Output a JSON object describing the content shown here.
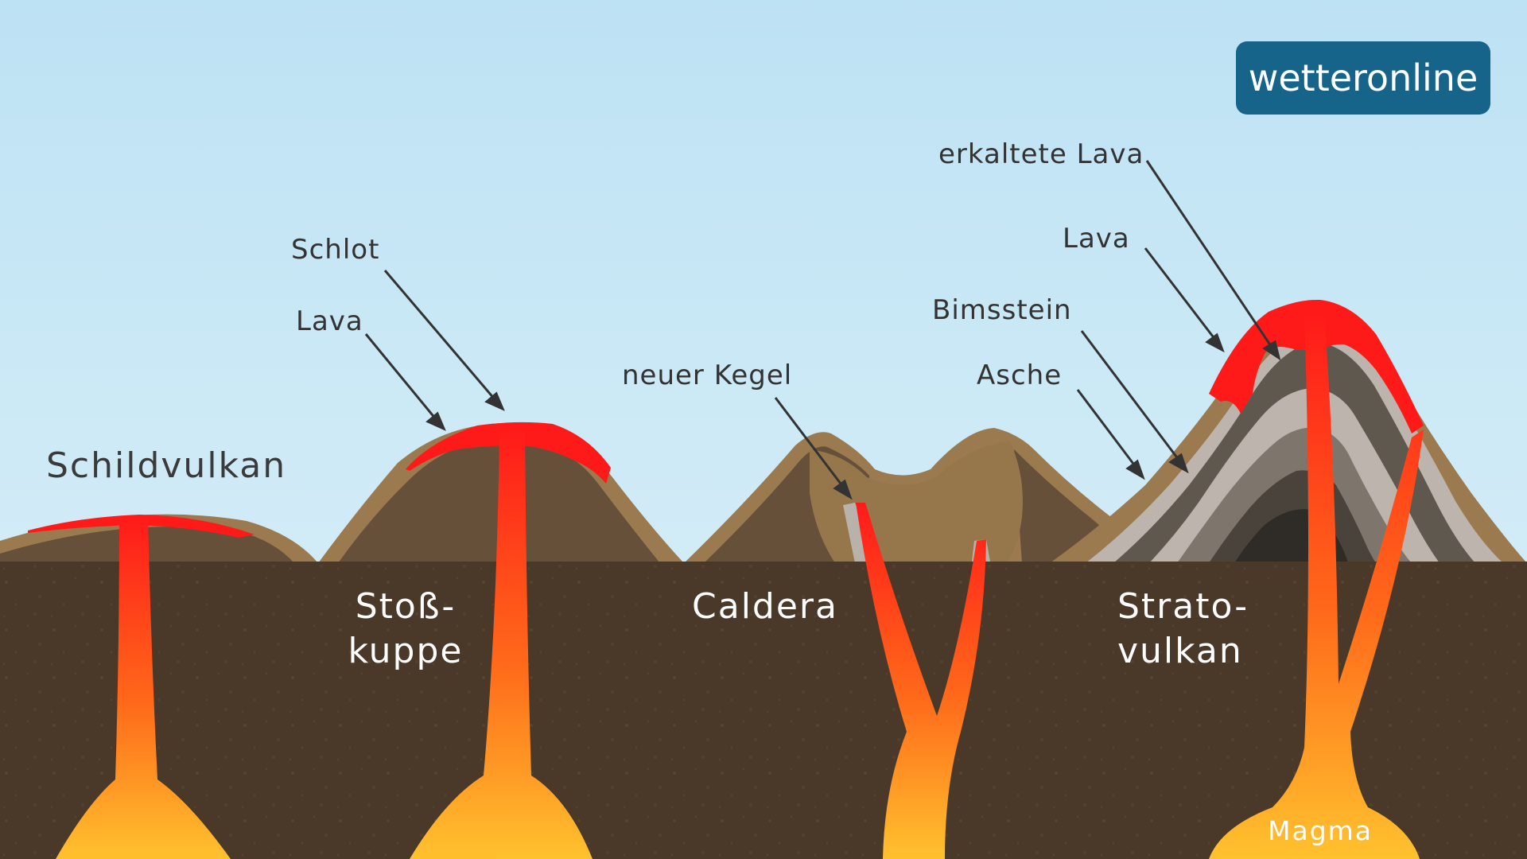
{
  "labels": {
    "schildvulkan": "Schildvulkan",
    "stosskuppe_1": "Stoß-",
    "stosskuppe_2": "kuppe",
    "caldera": "Caldera",
    "stratovulkan_1": "Strato-",
    "stratovulkan_2": "vulkan",
    "magma": "Magma"
  },
  "annotations": {
    "schlot": "Schlot",
    "lava_left": "Lava",
    "neuer_kegel": "neuer Kegel",
    "erkaltete_lava": "erkaltete Lava",
    "lava_right": "Lava",
    "bimsstein": "Bimsstein",
    "asche": "Asche"
  },
  "logo": {
    "text": "wetteronline"
  },
  "colors": {
    "sky_top": "#bde2f4",
    "sky_bottom": "#cde9f6",
    "ground": "#4a3828",
    "mountain_rim": "#9a7a4e",
    "mountain_body": "#66503a",
    "lava": "#ff1a1a",
    "magma_hot": "#ffc02e",
    "logo_bg": "#16648a"
  }
}
